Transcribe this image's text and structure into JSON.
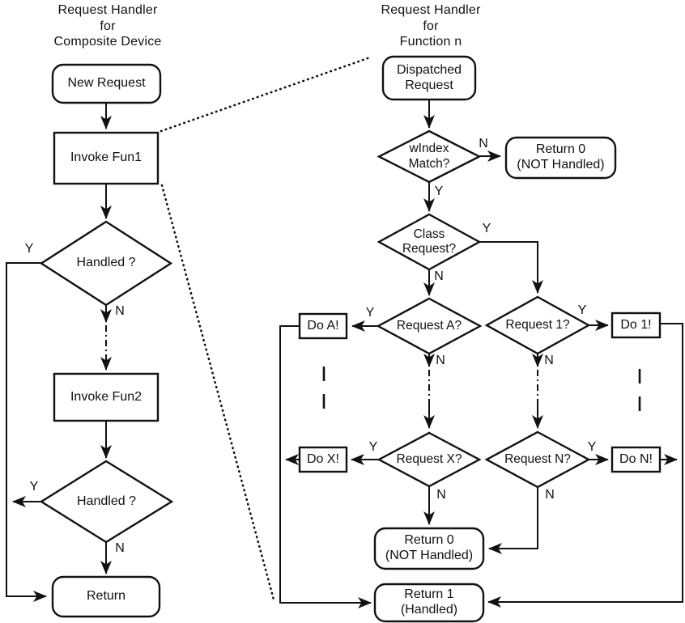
{
  "diagram": {
    "background_color": "#ffffff",
    "line_color": "#111111"
  },
  "labels": {
    "yes": "Y",
    "no": "N"
  },
  "left_chart": {
    "title": "Request Handler\nfor\nComposite Device",
    "nodes": {
      "new_request": "New Request",
      "invoke_fun1": "Invoke Fun1",
      "handled_1": "Handled ?",
      "invoke_fun2": "Invoke Fun2",
      "handled_2": "Handled ?",
      "return": "Return"
    }
  },
  "right_chart": {
    "title": "Request Handler\nfor\nFunction n",
    "nodes": {
      "dispatched_request": "Dispatched\nRequest",
      "windex_match": "wIndex\nMatch?",
      "return0_top": "Return 0\n(NOT Handled)",
      "class_request": "Class\nRequest?",
      "request_a": "Request A?",
      "do_a": "Do A!",
      "request_x": "Request X?",
      "do_x": "Do X!",
      "return0_bottom": "Return 0\n(NOT Handled)",
      "request_1": "Request 1?",
      "do_1": "Do 1!",
      "request_n": "Request N?",
      "do_n": "Do N!",
      "return1": "Return 1\n(Handled)"
    }
  }
}
